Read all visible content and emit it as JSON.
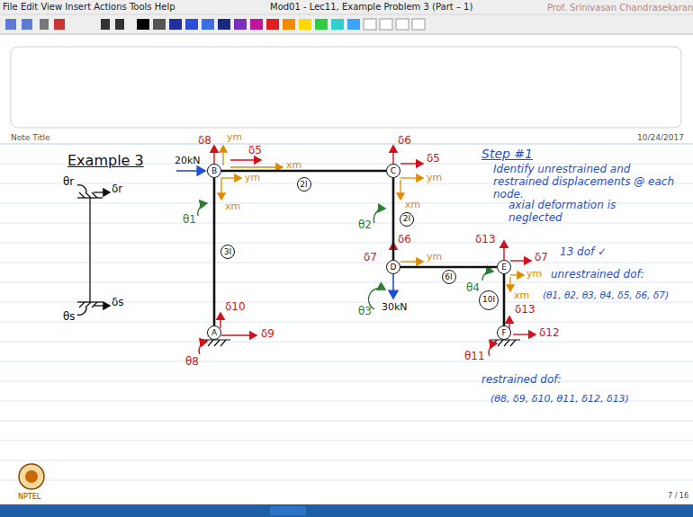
{
  "diagram": {
    "title": "Mod01 - Lec11, Example Problem 3 (Part – 1)",
    "nodes": [
      {
        "text": [
          "B"
        ]
      },
      {
        "text": [
          "C"
        ]
      },
      {
        "text": [
          "D"
        ]
      },
      {
        "text": [
          "E"
        ]
      },
      {
        "text": [
          "A"
        ]
      },
      {
        "text": [
          "F"
        ]
      }
    ],
    "edges": [
      {
        "from": 0,
        "to": 1,
        "arrow": "none",
        "label": "2I"
      },
      {
        "from": 1,
        "to": 2,
        "arrow": "none",
        "label": "2I"
      },
      {
        "from": 2,
        "to": 3,
        "arrow": "none",
        "label": "6I"
      },
      {
        "from": 4,
        "to": 0,
        "arrow": "none",
        "label": "3I"
      },
      {
        "from": 3,
        "to": 5,
        "arrow": "none",
        "label": "10I"
      }
    ],
    "labels": [
      "File Edit View Insert Actions Tools Help",
      "Prof. Srinivasan Chandrasekaran",
      "Note Title",
      "10/24/2017",
      "Example 3",
      "20kN",
      "30kN",
      "Step #1",
      "Identify unrestrained and restrained displacements @ each node.",
      "axial deformation is neglected",
      "13 dof ✓",
      "unrestrained dof:",
      "(θ1, θ2, θ3, θ4, δ5, δ6, δ7)",
      "restrained dof:",
      "(θ8, δ9, δ10, θ11, δ12, δ13)",
      "NPTEL",
      "7 / 16",
      "θ1",
      "θ2",
      "θ3",
      "θ4",
      "δ8",
      "δ5",
      "δ6",
      "δ5",
      "δ6",
      "δ7",
      "δ13",
      "δ7",
      "θ8",
      "δ9",
      "δ10",
      "θ11",
      "δ13",
      "δ12",
      "θr",
      "δr",
      "θs",
      "δs",
      "ym",
      "xm",
      "xm",
      "ym",
      "ym",
      "xm",
      "ym",
      "ym",
      "xm"
    ]
  }
}
